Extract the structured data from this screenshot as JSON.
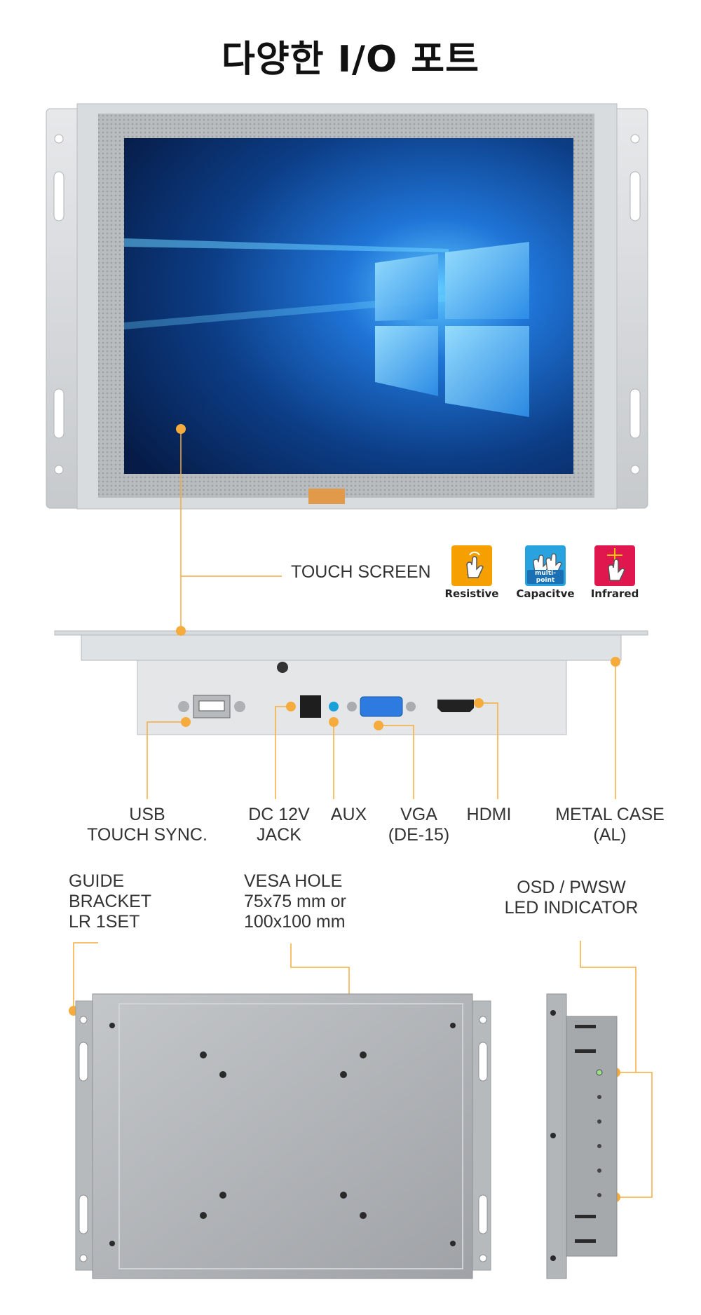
{
  "title": "다양한 I/O 포트",
  "labels": {
    "touch_screen": "TOUCH SCREEN",
    "usb": "USB\nTOUCH SYNC.",
    "dc": "DC 12V\nJACK",
    "aux": "AUX",
    "vga": "VGA\n(DE-15)",
    "hdmi": "HDMI",
    "metal_case": "METAL CASE\n(AL)",
    "guide_bracket": "GUIDE\nBRACKET\nLR 1SET",
    "vesa": "VESA HOLE\n75x75 mm or\n100x100 mm",
    "osd": "OSD / PWSW\nLED INDICATOR"
  },
  "touch_types": [
    {
      "name": "Resistive",
      "color": "#f5a000",
      "icon": "single-touch-hand-icon"
    },
    {
      "name": "Capacitve",
      "color": "#29a3e0",
      "icon": "multi-touch-hand-icon",
      "tag": "multi-point"
    },
    {
      "name": "Infrared",
      "color": "#e0174e",
      "icon": "infrared-touch-hand-icon"
    }
  ],
  "colors": {
    "accent": "#f5ac3c",
    "metal": "#d4d7da",
    "metal_dark": "#a9acaf",
    "screen": "#0b3a7a"
  }
}
